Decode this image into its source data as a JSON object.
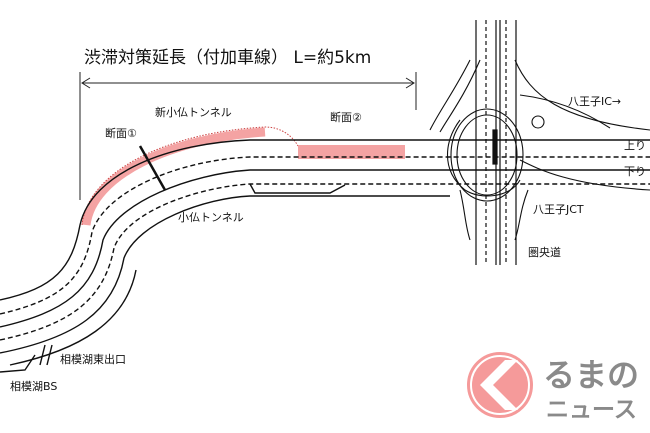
{
  "title": "渋滞対策延長（付加車線） L=約5km",
  "labels": {
    "new_tunnel": "新小仏トンネル",
    "section1": "断面①",
    "section2": "断面②",
    "old_tunnel": "小仏トンネル",
    "hachioji_ic": "八王子IC→",
    "up": "上り",
    "down": "下り",
    "hachioji_jct": "八王子JCT",
    "ken_o_do": "圏央道",
    "sagamiko_east_exit": "相模湖東出口",
    "sagamiko_bs": "相模湖BS"
  },
  "logo": {
    "line1": "るまの",
    "line2": "ニュース"
  },
  "colors": {
    "highlight": "#f4a3a3",
    "logo_pink": "#f59a9a",
    "logo_gray": "#8a8a8a",
    "line": "#111111"
  }
}
